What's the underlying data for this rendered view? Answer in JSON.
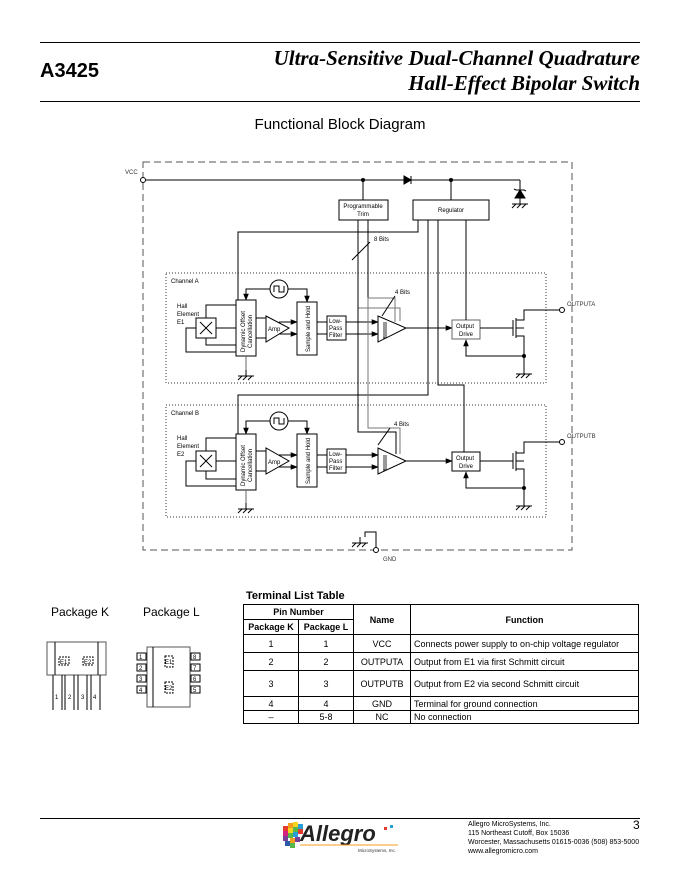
{
  "header": {
    "part_number": "A3425",
    "title_line1": "Ultra-Sensitive Dual-Channel  Quadrature",
    "title_line2": "Hall-Effect Bipolar Switch"
  },
  "diagram": {
    "title": "Functional Block Diagram",
    "pins": {
      "vcc": "VCC",
      "gnd": "GND",
      "outputa": "OUTPUTA",
      "outputb": "OUTPUTB"
    },
    "blocks": {
      "trim_line1": "Programmable",
      "trim_line2": "Trim",
      "regulator": "Regulator",
      "bits8": "8 Bits",
      "bits4": "4 Bits",
      "amp": "Amp",
      "sample_hold": "Sample and Hold",
      "doc_line1": "Dynamic Offset",
      "doc_line2": "Cancellation",
      "lpf_line1": "Low-",
      "lpf_line2": "Pass",
      "lpf_line3": "Filter",
      "od_line1": "Output",
      "od_line2": "Drive"
    },
    "channel_a": {
      "label": "Channel A",
      "hall1": "Hall",
      "hall2": "Element",
      "hall3": "E1"
    },
    "channel_b": {
      "label": "Channel B",
      "hall1": "Hall",
      "hall2": "Element",
      "hall3": "E2"
    }
  },
  "packages": {
    "k": {
      "label": "Package K",
      "elements": [
        "E1",
        "E2"
      ],
      "pins": [
        "1",
        "2",
        "3",
        "4"
      ]
    },
    "l": {
      "label": "Package L",
      "elements": [
        "E1",
        "E2"
      ],
      "pins_left": [
        "1",
        "2",
        "3",
        "4"
      ],
      "pins_right": [
        "8",
        "7",
        "6",
        "5"
      ]
    }
  },
  "terminal_table": {
    "title": "Terminal List Table",
    "header_group": "Pin Number",
    "headers": [
      "Package K",
      "Package L",
      "Name",
      "Function"
    ],
    "rows": [
      [
        "1",
        "1",
        "VCC",
        "Connects power supply to on-chip voltage regulator"
      ],
      [
        "2",
        "2",
        "OUTPUTA",
        "Output from E1 via first Schmitt circuit"
      ],
      [
        "3",
        "3",
        "OUTPUTB",
        "Output from E2 via second Schmitt circuit"
      ],
      [
        "4",
        "4",
        "GND",
        "Terminal for ground connection"
      ],
      [
        "–",
        "5-8",
        "NC",
        "No connection"
      ]
    ]
  },
  "footer": {
    "logo_text": "Allegro",
    "logo_sub": "MicroSystems, Inc.",
    "company": "Allegro MicroSystems, Inc.",
    "address1": "115 Northeast Cutoff, Box 15036",
    "address2": "Worcester, Massachusetts 01615-0036  (508) 853-5000",
    "website": "www.allegromicro.com",
    "page_number": "3"
  }
}
